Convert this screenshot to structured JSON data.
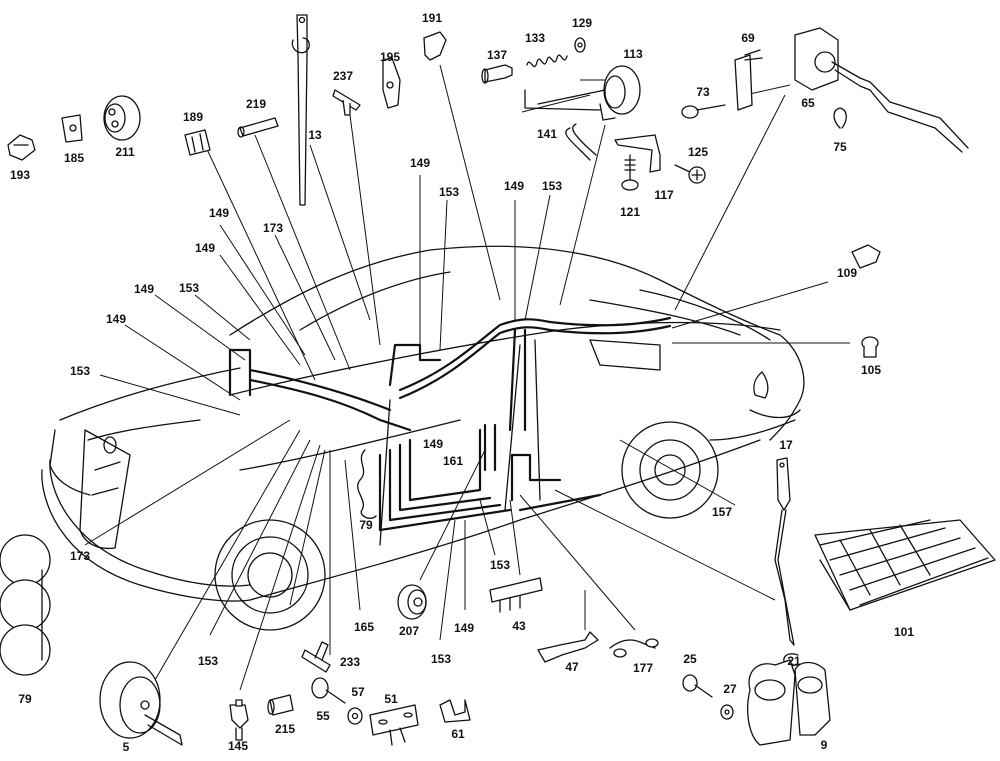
{
  "diagram": {
    "title": "Vacuum central locking system - exploded parts diagram",
    "callouts": [
      {
        "id": "c-193",
        "label": "193",
        "part": "clip"
      },
      {
        "id": "c-185",
        "label": "185",
        "part": "clip"
      },
      {
        "id": "c-211",
        "label": "211",
        "part": "grommet"
      },
      {
        "id": "c-189",
        "label": "189",
        "part": "clip"
      },
      {
        "id": "c-219",
        "label": "219",
        "part": "connector-sleeve"
      },
      {
        "id": "c-13",
        "label": "13",
        "part": "actuator-rod"
      },
      {
        "id": "c-237",
        "label": "237",
        "part": "t-connector"
      },
      {
        "id": "c-195",
        "label": "195",
        "part": "clip"
      },
      {
        "id": "c-191",
        "label": "191",
        "part": "clip"
      },
      {
        "id": "c-137",
        "label": "137",
        "part": "cap"
      },
      {
        "id": "c-133",
        "label": "133",
        "part": "spring"
      },
      {
        "id": "c-129",
        "label": "129",
        "part": "washer"
      },
      {
        "id": "c-113",
        "label": "113",
        "part": "vacuum-element"
      },
      {
        "id": "c-141",
        "label": "141",
        "part": "hose-bend"
      },
      {
        "id": "c-121",
        "label": "121",
        "part": "screw"
      },
      {
        "id": "c-117",
        "label": "117",
        "part": "bracket"
      },
      {
        "id": "c-125",
        "label": "125",
        "part": "screw"
      },
      {
        "id": "c-69",
        "label": "69",
        "part": "bracket"
      },
      {
        "id": "c-73",
        "label": "73",
        "part": "screw"
      },
      {
        "id": "c-65",
        "label": "65",
        "part": "fuel-flap-actuator"
      },
      {
        "id": "c-75",
        "label": "75",
        "part": "clip"
      },
      {
        "id": "c-109",
        "label": "109",
        "part": "clip"
      },
      {
        "id": "c-105",
        "label": "105",
        "part": "plug"
      },
      {
        "id": "c-153-a",
        "label": "153",
        "part": "line"
      },
      {
        "id": "c-149-a",
        "label": "149",
        "part": "line"
      },
      {
        "id": "c-153-b",
        "label": "153",
        "part": "line"
      },
      {
        "id": "c-149-b",
        "label": "149",
        "part": "line"
      },
      {
        "id": "c-149-c",
        "label": "149",
        "part": "line"
      },
      {
        "id": "c-173-a",
        "label": "173",
        "part": "line"
      },
      {
        "id": "c-149-d",
        "label": "149",
        "part": "line"
      },
      {
        "id": "c-149-e",
        "label": "149",
        "part": "line"
      },
      {
        "id": "c-153-c",
        "label": "153",
        "part": "line"
      },
      {
        "id": "c-149-f",
        "label": "149",
        "part": "line"
      },
      {
        "id": "c-153-d",
        "label": "153",
        "part": "line"
      },
      {
        "id": "c-149-g",
        "label": "149",
        "part": "line"
      },
      {
        "id": "c-161",
        "label": "161",
        "part": "line"
      },
      {
        "id": "c-157",
        "label": "157",
        "part": "line"
      },
      {
        "id": "c-17",
        "label": "17",
        "part": "rod"
      },
      {
        "id": "c-173-b",
        "label": "173",
        "part": "line"
      },
      {
        "id": "c-79-a",
        "label": "79",
        "part": "reservoir"
      },
      {
        "id": "c-79-b",
        "label": "79",
        "part": "reservoir"
      },
      {
        "id": "c-101",
        "label": "101",
        "part": "vacuum-reservoir"
      },
      {
        "id": "c-21",
        "label": "21",
        "part": "clip"
      },
      {
        "id": "c-25",
        "label": "25",
        "part": "screw"
      },
      {
        "id": "c-27",
        "label": "27",
        "part": "washer"
      },
      {
        "id": "c-9",
        "label": "9",
        "part": "pump"
      },
      {
        "id": "c-5",
        "label": "5",
        "part": "switch-valve"
      },
      {
        "id": "c-153-e",
        "label": "153",
        "part": "line"
      },
      {
        "id": "c-145",
        "label": "145",
        "part": "check-valve"
      },
      {
        "id": "c-215",
        "label": "215",
        "part": "sleeve"
      },
      {
        "id": "c-233",
        "label": "233",
        "part": "y-connector"
      },
      {
        "id": "c-55",
        "label": "55",
        "part": "screw"
      },
      {
        "id": "c-57",
        "label": "57",
        "part": "washer"
      },
      {
        "id": "c-51",
        "label": "51",
        "part": "bracket"
      },
      {
        "id": "c-61",
        "label": "61",
        "part": "clip"
      },
      {
        "id": "c-165",
        "label": "165",
        "part": "line"
      },
      {
        "id": "c-207",
        "label": "207",
        "part": "grommet"
      },
      {
        "id": "c-153-f",
        "label": "153",
        "part": "line"
      },
      {
        "id": "c-149-h",
        "label": "149",
        "part": "line"
      },
      {
        "id": "c-153-g",
        "label": "153",
        "part": "line"
      },
      {
        "id": "c-43",
        "label": "43",
        "part": "distributor"
      },
      {
        "id": "c-47",
        "label": "47",
        "part": "bracket"
      },
      {
        "id": "c-177",
        "label": "177",
        "part": "clip"
      }
    ]
  }
}
